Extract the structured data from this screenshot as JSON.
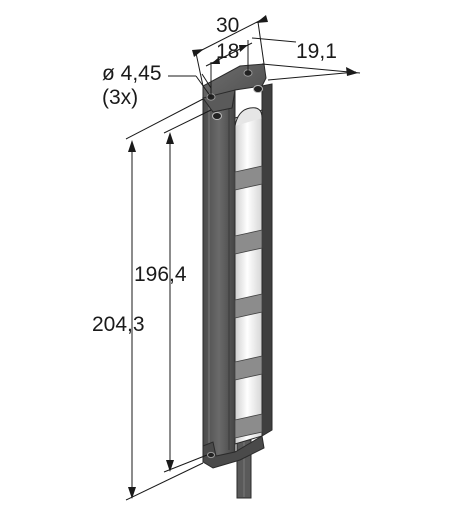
{
  "dimensions": {
    "overall_width": "30",
    "hole_spacing": "18",
    "depth": "19,1",
    "hole_diameter": "ø 4,45",
    "hole_count": "(3x)",
    "hole_pitch_length": "196,4",
    "overall_length": "204,3"
  },
  "colors": {
    "housing": "#555555",
    "housing_dark": "#3a3a3a",
    "housing_light": "#8a8a8a",
    "lens": "#f2f2f2",
    "lens_separator": "#8c8c8c",
    "line": "#1a1a1a"
  }
}
